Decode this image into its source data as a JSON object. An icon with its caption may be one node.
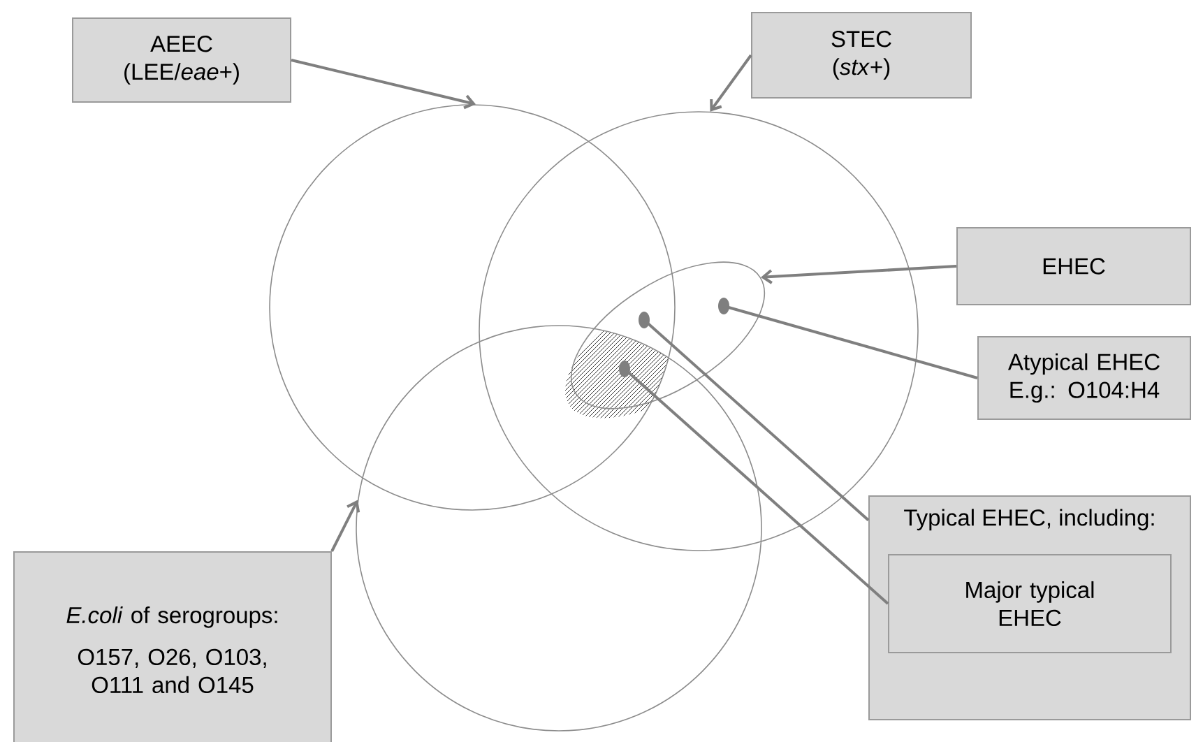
{
  "diagram": {
    "nodes": [
      {
        "text": [
          "AEEC (LEE/*eae*+)"
        ]
      },
      {
        "text": [
          "STEC (*stx*+)"
        ]
      },
      {
        "text": [
          "EHEC"
        ]
      },
      {
        "text": [
          "Atypical EHEC E.g.: O104:H4"
        ]
      },
      {
        "text": [
          "Typical EHEC, including:"
        ]
      },
      {
        "text": [
          "Major typical EHEC"
        ],
        "in": 4
      },
      {
        "text": [
          "*E.coli* of serogroups:",
          "O157, O26, O103, O111 and O145"
        ]
      },
      {
        "text": [],
        "shape": "circle"
      },
      {
        "text": [],
        "shape": "circle"
      },
      {
        "text": [],
        "shape": "circle"
      },
      {
        "text": [],
        "shape": "ellipse",
        "in": 8
      },
      {
        "text": [],
        "shape": "dot",
        "in": 10
      },
      {
        "text": [],
        "shape": "dot"
      },
      {
        "text": [],
        "shape": "dot"
      }
    ],
    "edges": [
      {
        "from": 0,
        "to": 7,
        "arrow": "to"
      },
      {
        "from": 1,
        "to": 8,
        "arrow": "to"
      },
      {
        "from": 2,
        "to": 10,
        "arrow": "to"
      },
      {
        "from": 6,
        "to": 9,
        "arrow": "to"
      },
      {
        "from": 3,
        "to": 11,
        "arrow": "none"
      },
      {
        "from": 4,
        "to": 12,
        "arrow": "none"
      },
      {
        "from": 5,
        "to": 13,
        "arrow": "none"
      }
    ]
  }
}
